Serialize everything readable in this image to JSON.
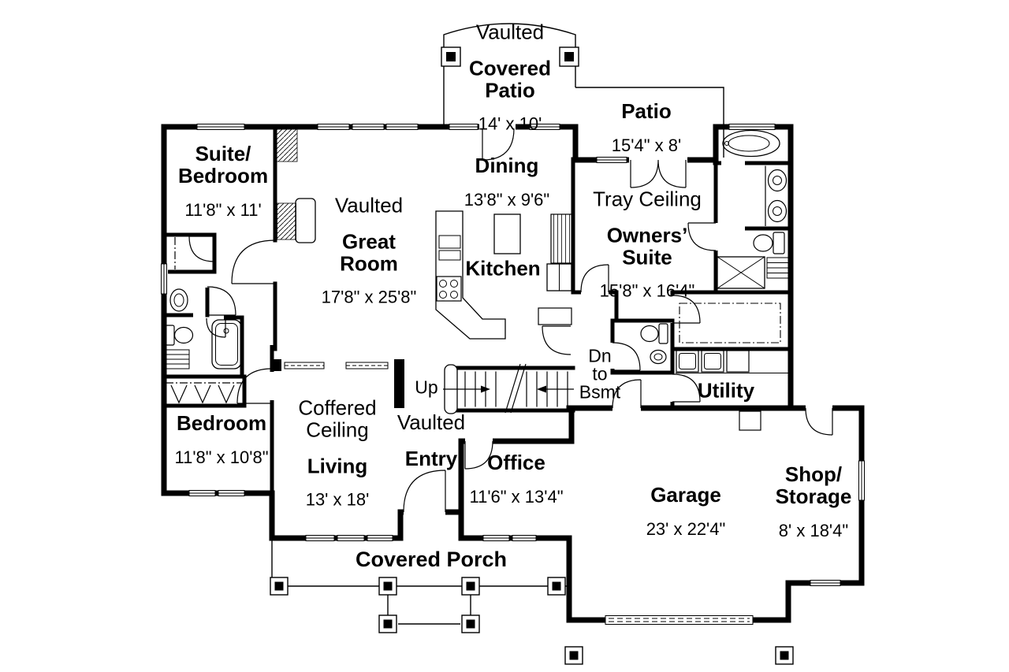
{
  "floor_plan": {
    "rooms": [
      {
        "id": "covered-patio",
        "prefix": "Vaulted",
        "name": "Covered\nPatio",
        "dims": "14' x 10'"
      },
      {
        "id": "patio",
        "name": "Patio",
        "dims": "15'4\" x 8'"
      },
      {
        "id": "suite-bedroom",
        "name": "Suite/\nBedroom",
        "dims": "11'8\" x 11'"
      },
      {
        "id": "great-room",
        "prefix": "Vaulted",
        "name": "Great\nRoom",
        "dims": "17'8\" x 25'8\""
      },
      {
        "id": "dining",
        "name": "Dining",
        "dims": "13'8\" x 9'6\""
      },
      {
        "id": "kitchen",
        "name": "Kitchen"
      },
      {
        "id": "owners-suite",
        "prefix": "Tray Ceiling",
        "name": "Owners’\nSuite",
        "dims": "15'8\" x 16'4\""
      },
      {
        "id": "bedroom",
        "name": "Bedroom",
        "dims": "11'8\" x 10'8\""
      },
      {
        "id": "living",
        "prefix": "Coffered\nCeiling",
        "name": "Living",
        "dims": "13' x 18'"
      },
      {
        "id": "entry",
        "prefix": "Vaulted",
        "name": "Entry"
      },
      {
        "id": "office",
        "name": "Office",
        "dims": "11'6\" x 13'4\""
      },
      {
        "id": "garage",
        "name": "Garage",
        "dims": "23' x 22'4\""
      },
      {
        "id": "shop-storage",
        "name": "Shop/\nStorage",
        "dims": "8' x 18'4\""
      },
      {
        "id": "utility",
        "name": "Utility"
      },
      {
        "id": "covered-porch",
        "name": "Covered Porch"
      }
    ],
    "annotations": {
      "up": "Up",
      "down_to_basement": "Dn\nto\nBsmt"
    },
    "colors": {
      "walls": "#000000",
      "paper": "#ffffff"
    }
  }
}
